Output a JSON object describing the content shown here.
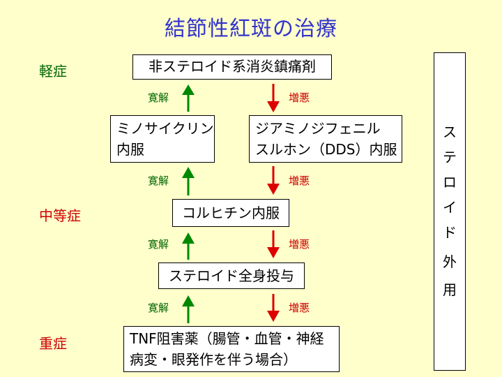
{
  "title": "結節性紅斑の治療",
  "severity": {
    "mild": "軽症",
    "moderate": "中等症",
    "severe": "重症"
  },
  "boxes": {
    "nsaids": "非ステロイド系消炎鎮痛剤",
    "minocycline": {
      "line1": "ミノサイクリン",
      "line2": "内服"
    },
    "dds": {
      "line1": "ジアミノジフェニル",
      "line2": "スルホン（DDS）内服"
    },
    "colchicine": "コルヒチン内服",
    "systemic_steroid": "ステロイド全身投与",
    "tnf": {
      "line1": "TNF阻害薬（腸管・血管・神経",
      "line2": "病変・眼発作を伴う場合）"
    }
  },
  "labels": {
    "remission": "寛解",
    "worsening": "増悪"
  },
  "side_box": {
    "chars": [
      "ス",
      "テ",
      "ロ",
      "イ",
      "ド",
      "外",
      "用"
    ]
  },
  "colors": {
    "title": "#3333CC",
    "remission": "#006600",
    "worsening": "#CC0000",
    "background": "#FFFFCC"
  }
}
